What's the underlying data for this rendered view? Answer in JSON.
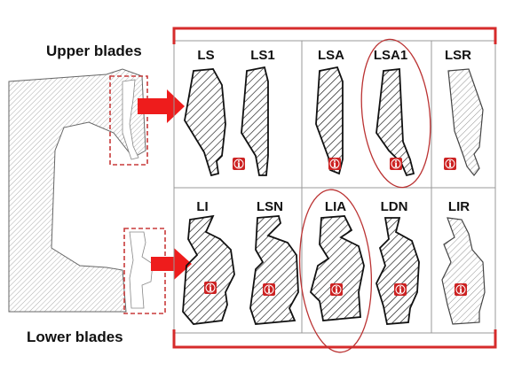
{
  "labels": {
    "upper": "Upper blades",
    "lower": "Lower blades"
  },
  "upper_blades": [
    "LS",
    "LS1",
    "LSA",
    "LSA1",
    "LSR"
  ],
  "lower_blades": [
    "LI",
    "LSN",
    "LIA",
    "LDN",
    "LIR"
  ],
  "info_icon_glyph": "i",
  "colors": {
    "frame_red": "#d62b2b",
    "arrow_red": "#ee1c1c",
    "dash_red": "#c83a3a",
    "ink": "#111111",
    "grid_line": "#9a9a9a",
    "info_bg": "#cc2222"
  }
}
